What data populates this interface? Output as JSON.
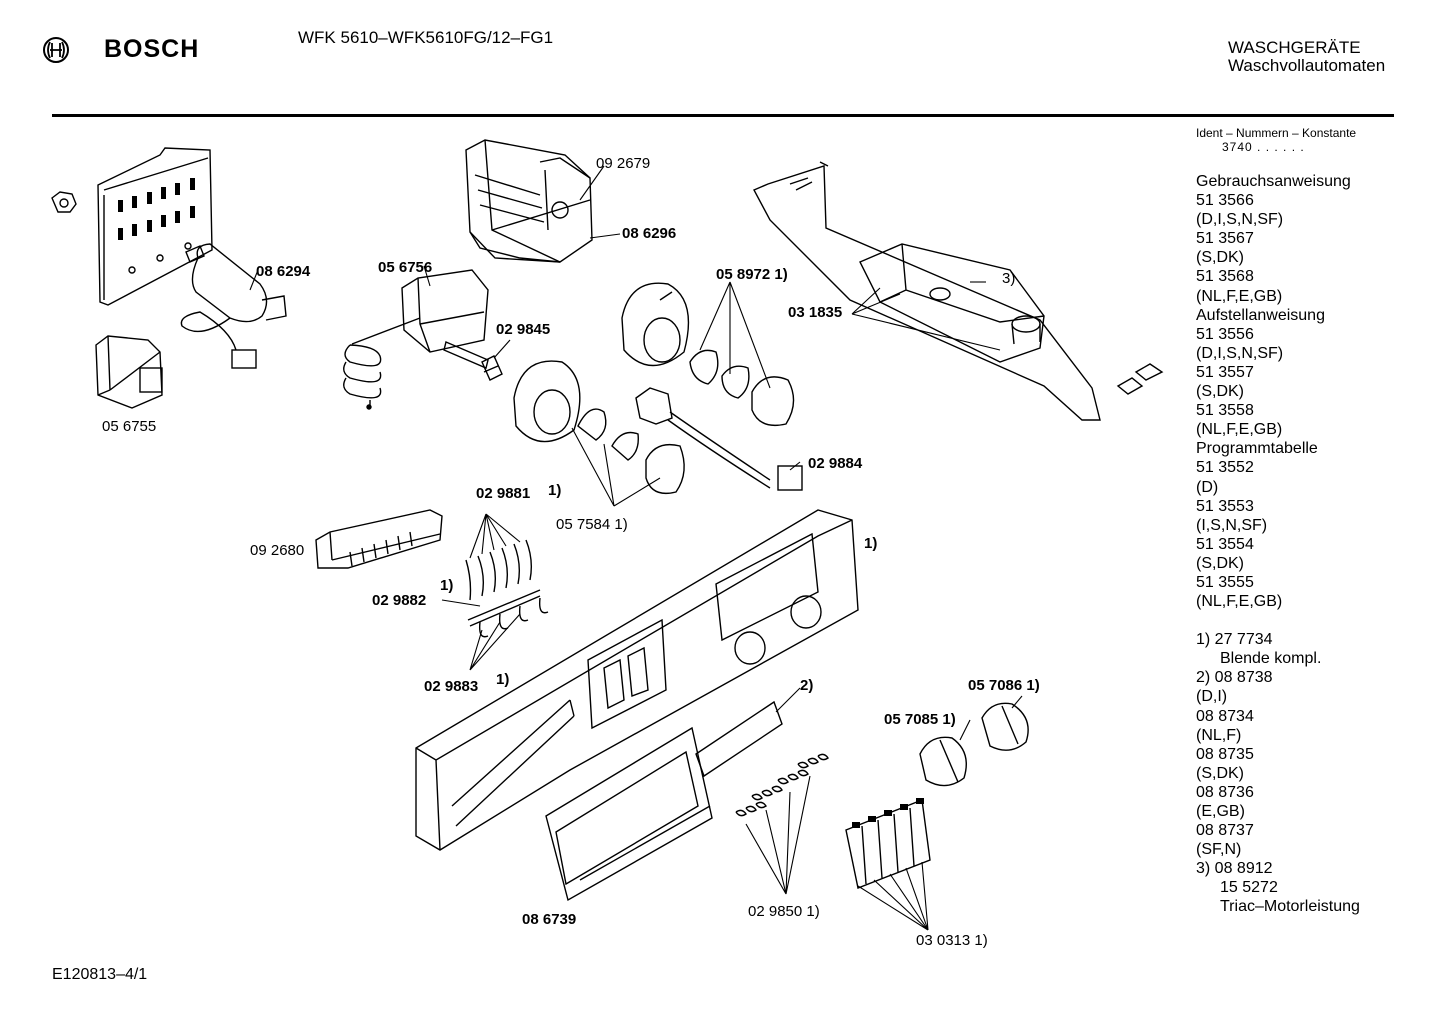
{
  "header": {
    "brand": "BOSCH",
    "model": "WFK 5610–WFK5610FG/12–FG1",
    "category": "WASCHGERÄTE",
    "subcategory": "Waschvollautomaten"
  },
  "footer": {
    "doc_id": "E120813–4/1"
  },
  "callouts": {
    "p092679": "09 2679",
    "p086296": "08 6296",
    "p086294": "08 6294",
    "p056756": "05 6756",
    "p058972": "05 8972 1)",
    "p031835": "03 1835",
    "note3": "3)",
    "p029845": "02 9845",
    "p056755": "05 6755",
    "p029884": "02 9884",
    "p029881": "02 9881",
    "p029881_note": "1)",
    "p057584": "05 7584 1)",
    "p092680": "09 2680",
    "note1_panel": "1)",
    "p029882_note": "1)",
    "p029882": "02 9882",
    "p029883": "02 9883",
    "p029883_note": "1)",
    "note2": "2)",
    "p057086": "05 7086 1)",
    "p057085": "05 7085 1)",
    "p086739": "08 6739",
    "p029850": "02 9850 1)",
    "p030313": "03 0313 1)"
  },
  "sidebar": {
    "ident_title": "Ident – Nummern – Konstante",
    "ident_value": "3740  .  .    .  .  .  .",
    "lines": [
      "Gebrauchsanweisung",
      "51 3566",
      "(D,I,S,N,SF)",
      "51 3567",
      "(S,DK)",
      "51 3568",
      "(NL,F,E,GB)",
      "Aufstellanweisung",
      "51 3556",
      "(D,I,S,N,SF)",
      "51 3557",
      "(S,DK)",
      "51 3558",
      "(NL,F,E,GB)",
      "Programmtabelle",
      "51 3552",
      "(D)",
      "51 3553",
      "(I,S,N,SF)",
      "51 3554",
      "(S,DK)",
      "51 3555",
      "(NL,F,E,GB)"
    ],
    "notes": [
      "1)  27 7734",
      "Blende kompl.",
      "2)  08 8738",
      "(D,I)",
      "08 8734",
      "(NL,F)",
      "08 8735",
      "(S,DK)",
      "08 8736",
      "(E,GB)",
      "08 8737",
      "(SF,N)",
      "3)  08 8912",
      "15 5272",
      "Triac–Motorleistung"
    ]
  }
}
